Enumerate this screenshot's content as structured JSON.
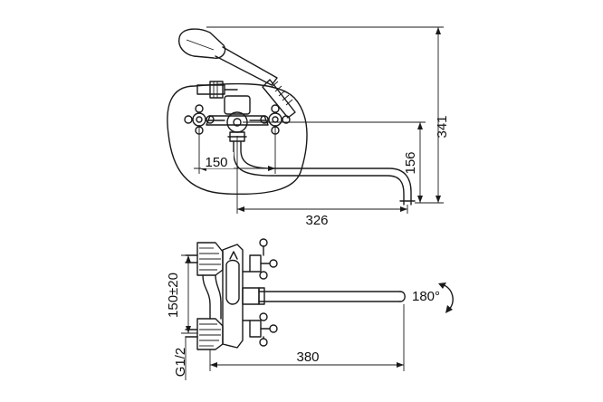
{
  "top_view": {
    "dim_height_total": "341",
    "dim_height_spout": "156",
    "dim_centers": "150",
    "dim_spout_reach": "326"
  },
  "side_view": {
    "dim_centers_tolerance": "150±20",
    "dim_thread": "G1/2",
    "dim_spout_reach": "380",
    "rotation_label": "180°"
  },
  "icons": [
    "rotation-arrow-icon"
  ]
}
